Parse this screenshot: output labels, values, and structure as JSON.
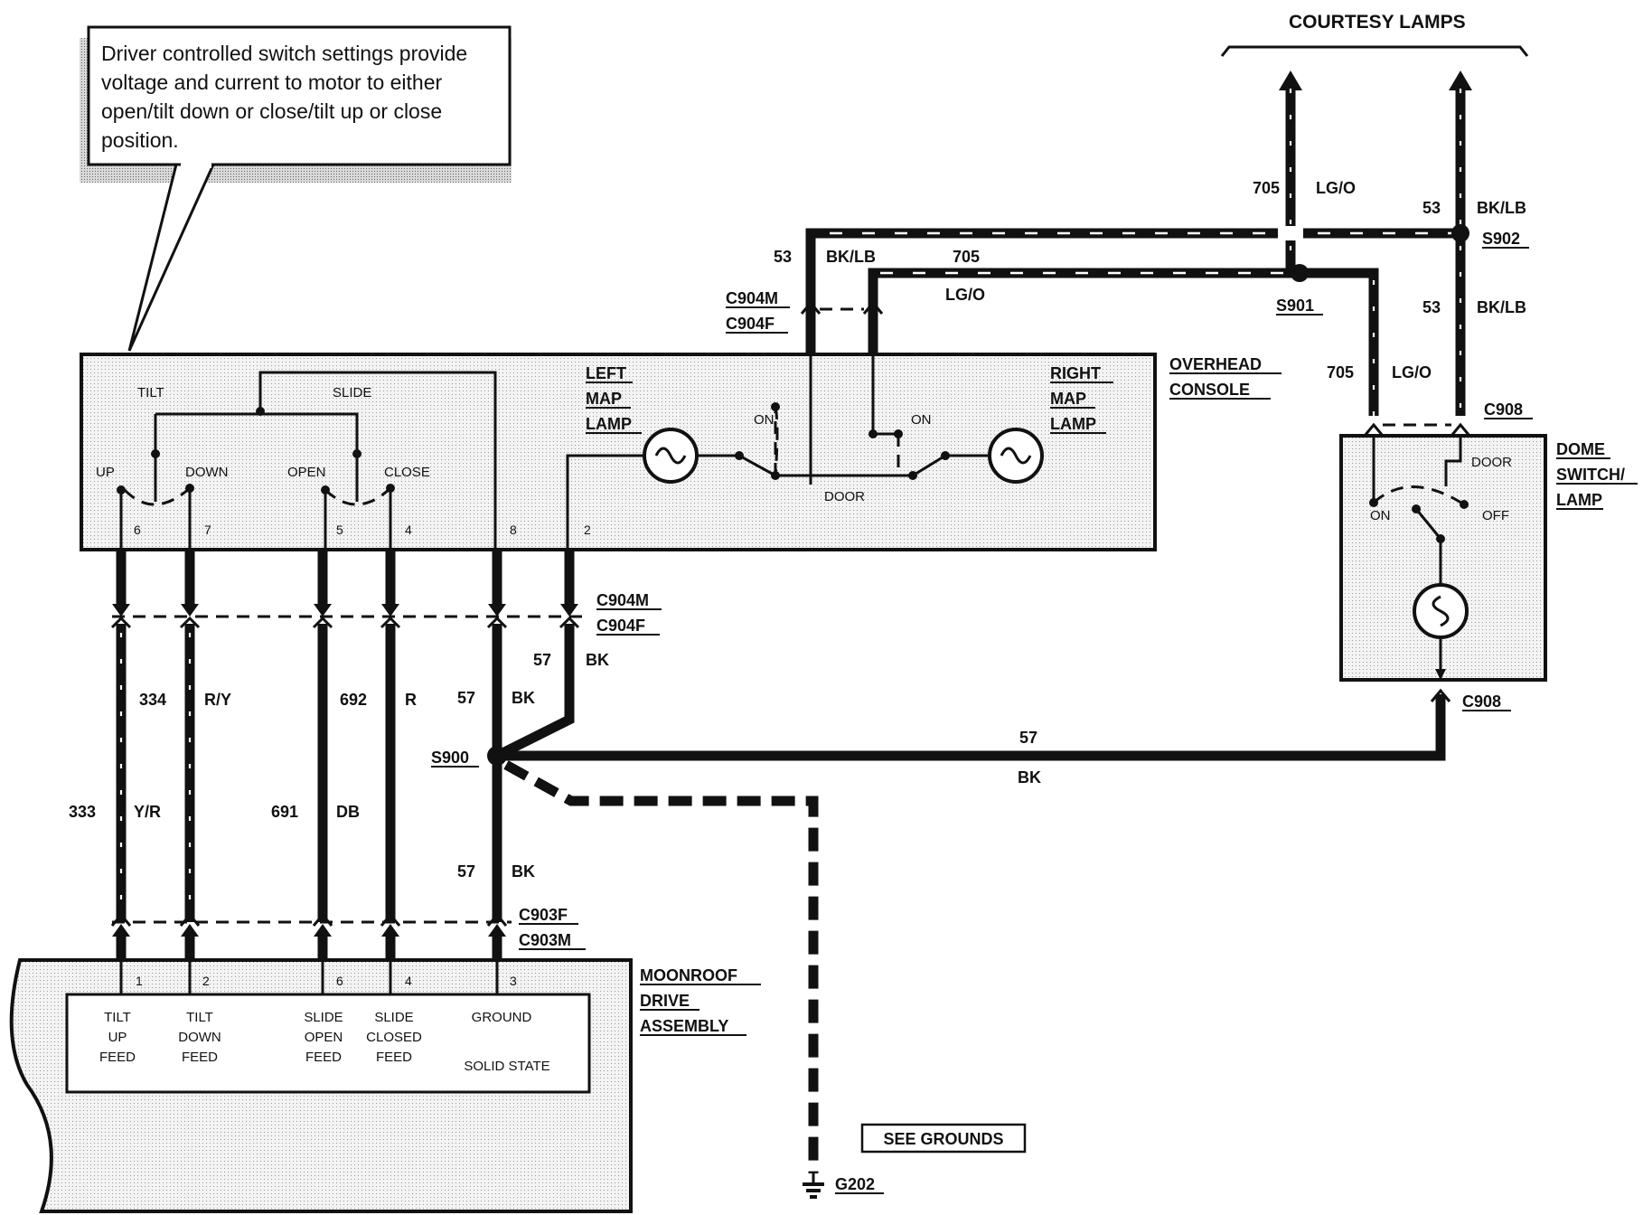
{
  "callout": {
    "lines": [
      "Driver controlled switch settings provide",
      "voltage and current to motor to either",
      "open/tilt down or close/tilt up or close",
      "position."
    ]
  },
  "top": {
    "courtesy_lamps": "COURTESY LAMPS"
  },
  "overhead_console": {
    "name_line1": "OVERHEAD",
    "name_line2": "CONSOLE",
    "tilt": "TILT",
    "slide": "SLIDE",
    "up": "UP",
    "down": "DOWN",
    "open": "OPEN",
    "close": "CLOSE",
    "left_lamp": [
      "LEFT",
      "MAP",
      "LAMP"
    ],
    "right_lamp": [
      "RIGHT",
      "MAP",
      "LAMP"
    ],
    "on_left": "ON",
    "on_right": "ON",
    "door": "DOOR",
    "pins": [
      "6",
      "7",
      "5",
      "4",
      "8",
      "2"
    ]
  },
  "dome": {
    "name": [
      "DOME",
      "SWITCH/",
      "LAMP"
    ],
    "door": "DOOR",
    "on": "ON",
    "off": "OFF"
  },
  "connectors": {
    "c904m": "C904M",
    "c904f": "C904F",
    "c903f": "C903F",
    "c903m": "C903M",
    "c908": "C908",
    "s900": "S900",
    "s901": "S901",
    "s902": "S902",
    "g202": "G202"
  },
  "wires": {
    "w705": "705",
    "lg_o": "LG/O",
    "w53": "53",
    "bk_lb": "BK/LB",
    "w57": "57",
    "bk": "BK",
    "w333": "333",
    "y_r": "Y/R",
    "w334": "334",
    "r_y": "R/Y",
    "w691": "691",
    "db": "DB",
    "w692": "692",
    "r": "R"
  },
  "moonroof": {
    "name": [
      "MOONROOF",
      "DRIVE",
      "ASSEMBLY"
    ],
    "pins": [
      "1",
      "2",
      "6",
      "4",
      "3"
    ],
    "tilt_up": [
      "TILT",
      "UP",
      "FEED"
    ],
    "tilt_down": [
      "TILT",
      "DOWN",
      "FEED"
    ],
    "slide_open": [
      "SLIDE",
      "OPEN",
      "FEED"
    ],
    "slide_closed": [
      "SLIDE",
      "CLOSED",
      "FEED"
    ],
    "ground": "GROUND",
    "solid_state": "SOLID STATE"
  },
  "see_grounds": "SEE GROUNDS"
}
